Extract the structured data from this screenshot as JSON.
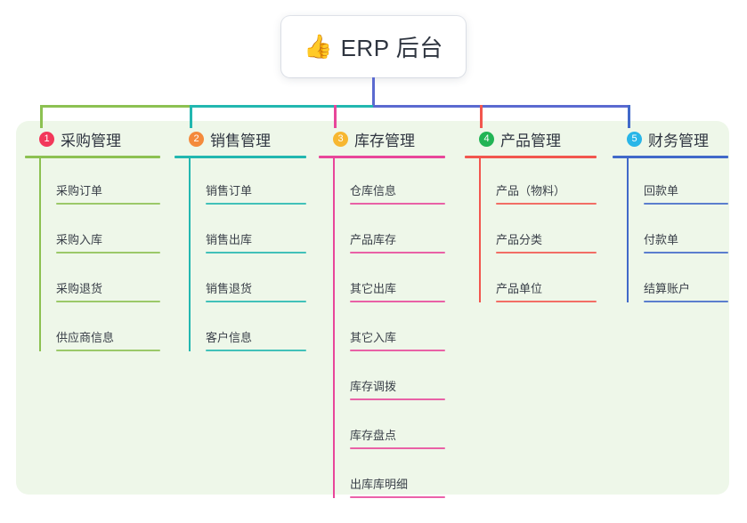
{
  "root": {
    "icon": "thumbs-up-icon",
    "emoji": "👍",
    "title": "ERP 后台"
  },
  "theme": {
    "panel_bg": "#eef7e9",
    "page_bg": "#ffffff",
    "root_stem": "#5b6ad0",
    "text": "#2f3540"
  },
  "branches": [
    {
      "number": "1",
      "label": "采购管理",
      "badge_color": "#f2385a",
      "line_color": "#8cc152",
      "leaves": [
        {
          "label": "采购订单"
        },
        {
          "label": "采购入库"
        },
        {
          "label": "采购退货"
        },
        {
          "label": "供应商信息"
        }
      ]
    },
    {
      "number": "2",
      "label": "销售管理",
      "badge_color": "#f48a3c",
      "line_color": "#22b7b0",
      "leaves": [
        {
          "label": "销售订单"
        },
        {
          "label": "销售出库"
        },
        {
          "label": "销售退货"
        },
        {
          "label": "客户信息"
        }
      ]
    },
    {
      "number": "3",
      "label": "库存管理",
      "badge_color": "#f7b731",
      "line_color": "#e8469a",
      "leaves": [
        {
          "label": "仓库信息"
        },
        {
          "label": "产品库存"
        },
        {
          "label": "其它出库"
        },
        {
          "label": "其它入库"
        },
        {
          "label": "库存调拨"
        },
        {
          "label": "库存盘点"
        },
        {
          "label": "出库库明细"
        }
      ]
    },
    {
      "number": "4",
      "label": "产品管理",
      "badge_color": "#22b455",
      "line_color": "#f2564e",
      "leaves": [
        {
          "label": "产品（物料）"
        },
        {
          "label": "产品分类"
        },
        {
          "label": "产品单位"
        }
      ]
    },
    {
      "number": "5",
      "label": "财务管理",
      "badge_color": "#29b6e8",
      "line_color": "#4169c9",
      "leaves": [
        {
          "label": "回款单"
        },
        {
          "label": "付款单"
        },
        {
          "label": "结算账户"
        }
      ]
    }
  ]
}
